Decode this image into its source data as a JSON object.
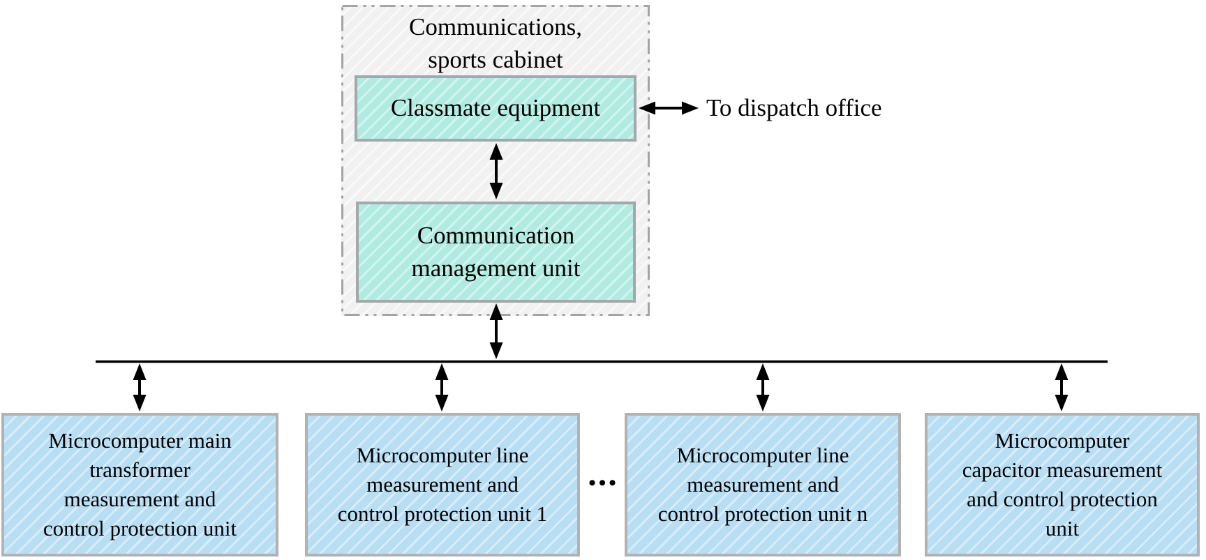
{
  "cabinet": {
    "title": "Communications,\nsports cabinet",
    "classmate_label": "Classmate equipment",
    "management_label": "Communication\nmanagement unit"
  },
  "dispatch_label": "To dispatch office",
  "ellipsis": "•••",
  "units": [
    {
      "label": "Microcomputer main\ntransformer\nmeasurement and\ncontrol protection unit"
    },
    {
      "label": "Microcomputer line\nmeasurement and\ncontrol protection unit 1"
    },
    {
      "label": "Microcomputer line\nmeasurement and\ncontrol protection unit n"
    },
    {
      "label": "Microcomputer\ncapacitor measurement\nand control protection\nunit"
    }
  ],
  "colors": {
    "cabinet_fill": "#f1f1f1",
    "cabinet_border": "#a4a4a4",
    "teal_fill": "#b0ebe2",
    "teal_border": "#a2a9a8",
    "blue_fill": "#b8def4",
    "blue_border": "#b2b2b2",
    "line_color": "#000000",
    "text_color": "#000000"
  }
}
